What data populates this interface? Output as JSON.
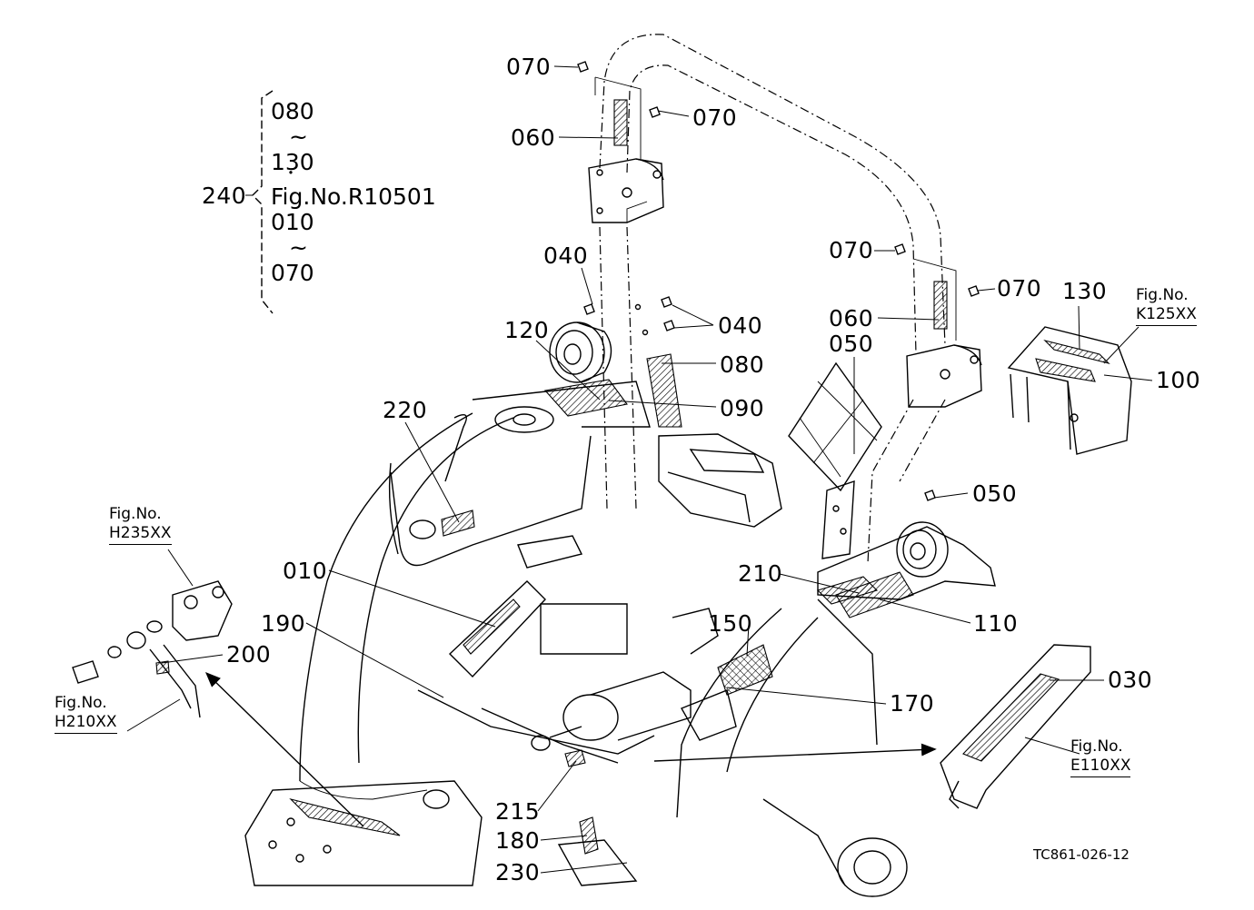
{
  "labels": {
    "l070a": "070",
    "l070b": "070",
    "l070c": "070",
    "l070d": "070",
    "l060a": "060",
    "l060b": "060",
    "l040a": "040",
    "l040b": "040",
    "l050a": "050",
    "l050b": "050",
    "l120": "120",
    "l080": "080",
    "l090": "090",
    "l220": "220",
    "l130": "130",
    "l100": "100",
    "l010": "010",
    "l190": "190",
    "l200": "200",
    "l210": "210",
    "l110": "110",
    "l150": "150",
    "l170": "170",
    "l030": "030",
    "l215": "215",
    "l180": "180",
    "l230": "230",
    "l240": "240"
  },
  "set_240": {
    "line1": "080",
    "line2": "~",
    "line3": "130",
    "line4": "・",
    "line5": "Fig.No.R10501",
    "line6": "010",
    "line7": "~",
    "line8": "070"
  },
  "fig_refs": {
    "k125": {
      "prefix": "Fig.No.",
      "code": "K125XX"
    },
    "h235": {
      "prefix": "Fig.No.",
      "code": "H235XX"
    },
    "h210": {
      "prefix": "Fig.No.",
      "code": "H210XX"
    },
    "e110": {
      "prefix": "Fig.No.",
      "code": "E110XX"
    }
  },
  "drawing_code": "TC861-026-12"
}
